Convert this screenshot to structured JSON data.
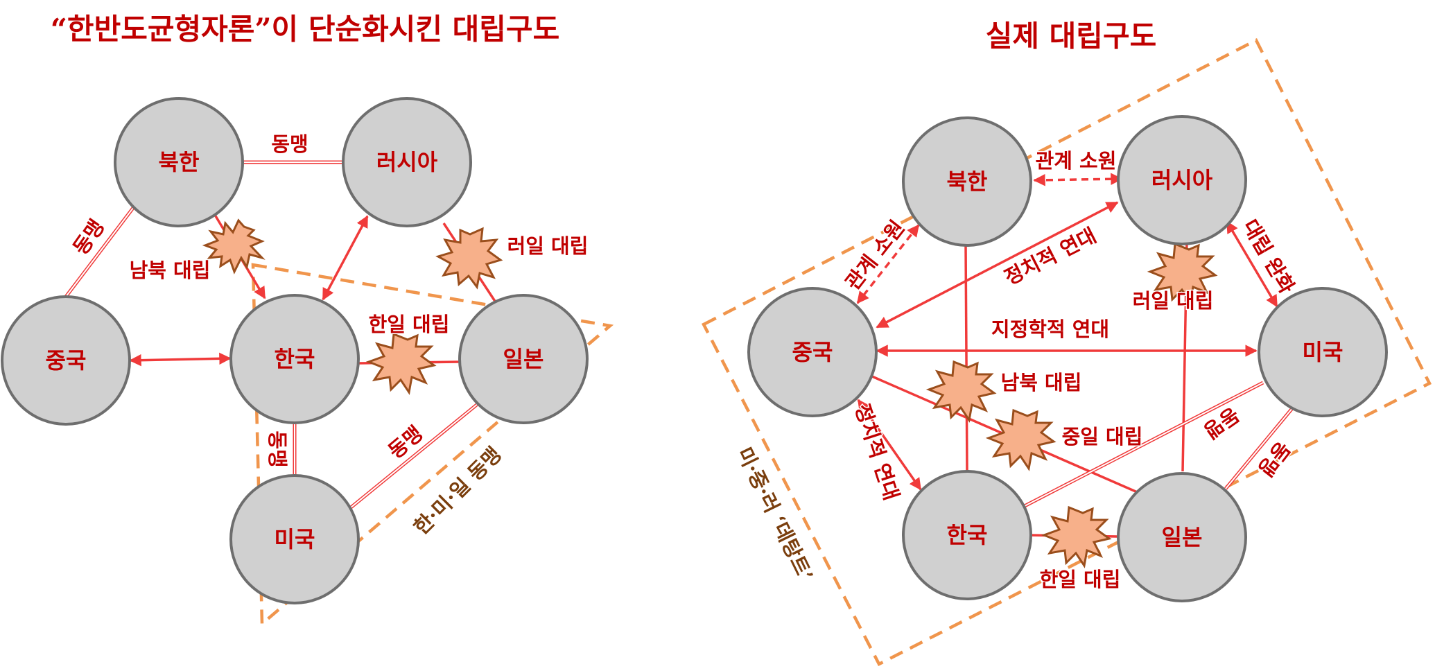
{
  "left": {
    "title": "“한반도균형자론”이 단순화시킨 대립구도",
    "nodes": {
      "north_korea": "북한",
      "russia": "러시아",
      "china": "중국",
      "korea": "한국",
      "japan": "일본",
      "usa": "미국"
    },
    "labels": {
      "alliance_nk_ru": "동맹",
      "alliance_nk_cn": "동맹",
      "alliance_kr_us": "동맹",
      "alliance_us_jp": "동맹",
      "south_north": "남북 대립",
      "russia_japan": "러일 대립",
      "korea_japan": "한일 대립",
      "triangle": "한·미·일 동맹"
    }
  },
  "right": {
    "title": "실제 대립구도",
    "nodes": {
      "north_korea": "북한",
      "russia": "러시아",
      "china": "중국",
      "usa": "미국",
      "korea": "한국",
      "japan": "일본"
    },
    "labels": {
      "nk_ru": "관계 소원",
      "nk_cn": "관계 소원",
      "cn_ru": "정치적 연대",
      "ru_us": "대립 완화",
      "cn_us": "지정학적 연대",
      "south_north": "남북 대립",
      "china_japan": "중일 대립",
      "russia_japan": "러일 대립",
      "cn_kr": "정치적 연대",
      "kr_us": "동맹",
      "jp_us": "동맹",
      "korea_japan": "한일 대립",
      "detente": "미·중·러 ‘데탕트’"
    }
  },
  "colors": {
    "title": "#c00000",
    "arrow": "#f03a3a",
    "node_fill": "#d0d0d0",
    "node_stroke": "#6e6e6e",
    "dash": "#f0954c",
    "burst": "#f7b08a"
  }
}
